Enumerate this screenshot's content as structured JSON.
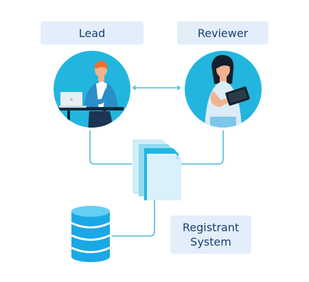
{
  "diagram": {
    "nodes": {
      "lead": {
        "label": "Lead",
        "icon": "person-at-laptop-icon"
      },
      "reviewer": {
        "label": "Reviewer",
        "icon": "person-with-tablet-icon"
      },
      "documents": {
        "icon": "document-stack-icon"
      },
      "registrant": {
        "label_line1": "Registrant",
        "label_line2": "System",
        "icon": "database-icon"
      }
    },
    "edges": [
      {
        "from": "lead",
        "to": "reviewer",
        "style": "double-arrow"
      },
      {
        "from": "lead",
        "to": "documents"
      },
      {
        "from": "reviewer",
        "to": "documents"
      },
      {
        "from": "documents",
        "to": "registrant"
      }
    ],
    "colors": {
      "accent": "#22b6df",
      "label_bg": "#e3eefa",
      "label_text": "#1c3f6e",
      "connector": "#4fb7d8",
      "database": "#1aa8e6"
    }
  }
}
